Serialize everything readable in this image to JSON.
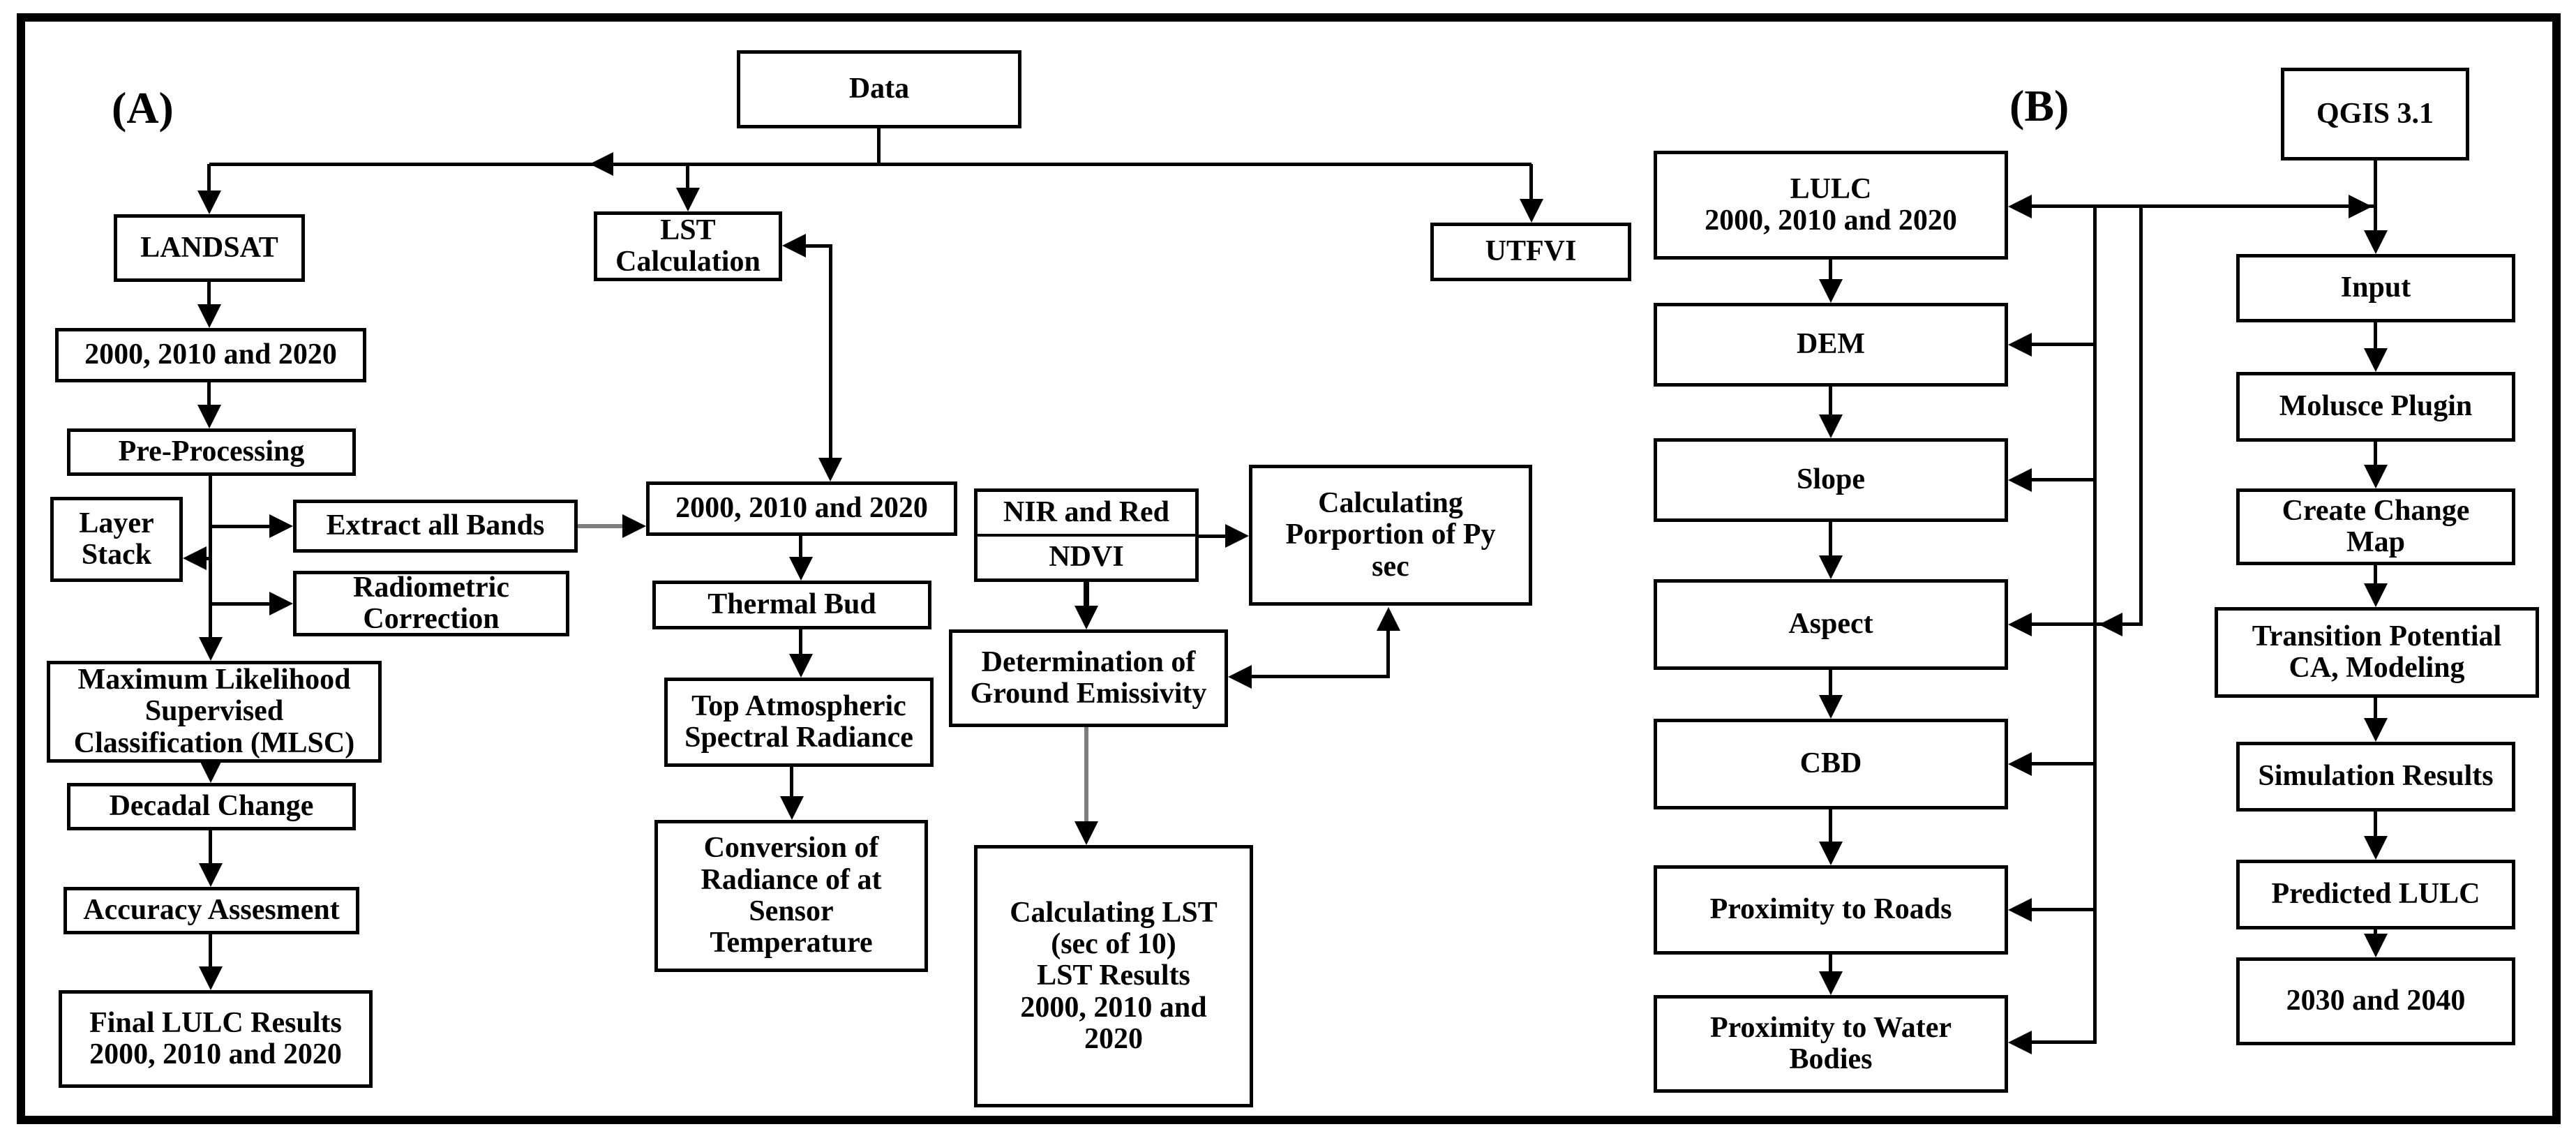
{
  "panel_a": {
    "label": "(A)",
    "nodes": {
      "data": {
        "label": "Data"
      },
      "landsat": {
        "label": "LANDSAT"
      },
      "years_landsat": {
        "label": "2000, 2010 and 2020"
      },
      "preprocessing": {
        "label": "Pre-Processing"
      },
      "layer_stack": {
        "label": "Layer\nStack"
      },
      "extract_bands": {
        "label": "Extract all Bands"
      },
      "radiometric": {
        "label": "Radiometric\nCorrection"
      },
      "mlsc": {
        "label": "Maximum Likelihood\nSupervised\nClassification (MLSC)"
      },
      "decadal": {
        "label": "Decadal Change"
      },
      "accuracy": {
        "label": "Accuracy Assesment"
      },
      "final_lulc": {
        "label": "Final LULC Results\n2000, 2010 and 2020"
      },
      "lst_calc": {
        "label": "LST\nCalculation"
      },
      "years_lst": {
        "label": "2000, 2010 and 2020"
      },
      "thermal": {
        "label": "Thermal Bud"
      },
      "top_atm": {
        "label": "Top Atmospheric\nSpectral Radiance"
      },
      "conversion": {
        "label": "Conversion of\nRadiance of at\nSensor\nTemperature"
      },
      "nir": {
        "label": "NIR and Red"
      },
      "ndvi": {
        "label": "NDVI"
      },
      "calc_porportion": {
        "label": "Calculating\nPorportion of Py\nsec"
      },
      "determination": {
        "label": "Determination of\nGround Emissivity"
      },
      "calc_lst": {
        "label": "Calculating LST\n(sec of 10)\nLST Results\n2000, 2010 and\n2020"
      },
      "utfvi": {
        "label": "UTFVI"
      }
    }
  },
  "panel_b": {
    "label": "(B)",
    "nodes": {
      "qgis": {
        "label": "QGIS 3.1"
      },
      "lulc": {
        "label": "LULC\n2000, 2010 and 2020"
      },
      "dem": {
        "label": "DEM"
      },
      "slope": {
        "label": "Slope"
      },
      "aspect": {
        "label": "Aspect"
      },
      "cbd": {
        "label": "CBD"
      },
      "prox_roads": {
        "label": "Proximity to Roads"
      },
      "prox_water": {
        "label": "Proximity to Water\nBodies"
      },
      "input": {
        "label": "Input"
      },
      "molusce": {
        "label": "Molusce Plugin"
      },
      "create_change": {
        "label": "Create Change\nMap"
      },
      "transition": {
        "label": "Transition Potential\nCA, Modeling"
      },
      "simulation": {
        "label": "Simulation Results"
      },
      "predicted": {
        "label": "Predicted LULC"
      },
      "years_pred": {
        "label": "2030 and 2040"
      }
    }
  },
  "colors": {
    "line": "#000000",
    "gray_line": "#7d7d7d",
    "box_border": "#000000",
    "background": "#ffffff"
  }
}
